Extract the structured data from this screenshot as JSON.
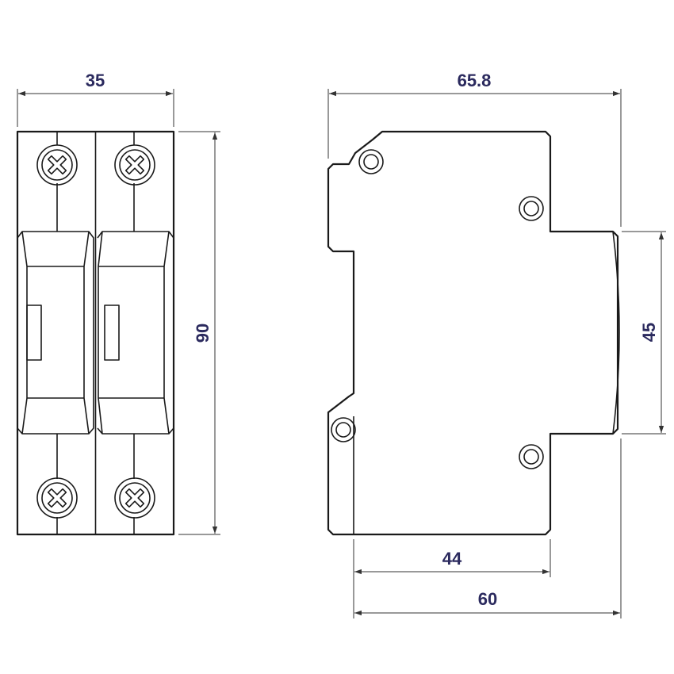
{
  "dimension_color": "#2b2a5e",
  "line_color": "#1a1a1a",
  "front_view": {
    "width_label": "35",
    "height_label": "90"
  },
  "side_view": {
    "total_depth_label": "65.8",
    "rail_height_label": "45",
    "body_depth_label": "44",
    "mount_depth_label": "60"
  }
}
